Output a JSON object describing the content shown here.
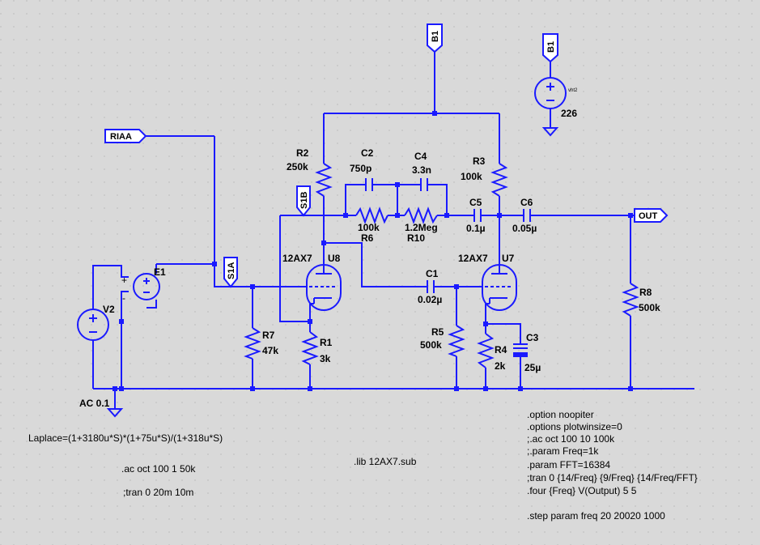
{
  "colors": {
    "background": "#d9d9d9",
    "wire": "#1a1aff",
    "text": "#000000"
  },
  "net_labels": {
    "b1_top": "B1",
    "b1_supply": "B1",
    "riaa": "RIAA",
    "s1b": "S1B",
    "s1a": "S1A",
    "out": "OUT"
  },
  "components": {
    "r2": {
      "name": "R2",
      "value": "250k"
    },
    "c2": {
      "name": "C2",
      "value": "750p"
    },
    "c4": {
      "name": "C4",
      "value": "3.3n"
    },
    "r3": {
      "name": "R3",
      "value": "100k"
    },
    "c5": {
      "name": "C5",
      "value": "0.1µ"
    },
    "c6": {
      "name": "C6",
      "value": "0.05µ"
    },
    "r6": {
      "name": "R6",
      "value": "100k"
    },
    "r10": {
      "name": "R10",
      "value": "1.2Meg"
    },
    "u8": {
      "name": "U8",
      "value": "12AX7"
    },
    "u7": {
      "name": "U7",
      "value": "12AX7"
    },
    "c1": {
      "name": "C1",
      "value": "0.02µ"
    },
    "e1": {
      "name": "E1"
    },
    "v2": {
      "name": "V2",
      "value": "AC 0.1"
    },
    "r7": {
      "name": "R7",
      "value": "47k"
    },
    "r1": {
      "name": "R1",
      "value": "3k"
    },
    "r5": {
      "name": "R5",
      "value": "500k"
    },
    "r4": {
      "name": "R4",
      "value": "2k"
    },
    "c3": {
      "name": "C3",
      "value": "25µ"
    },
    "r8": {
      "name": "R8",
      "value": "500k"
    },
    "vht2": {
      "name": "vht2",
      "value": "226"
    }
  },
  "directives": {
    "laplace": "Laplace=(1+3180u*S)*(1+75u*S)/(1+318u*S)",
    "ac": ".ac oct 100 1 50k",
    "tran": ";tran 0 20m 10m",
    "lib": ".lib 12AX7.sub",
    "options_block": [
      ".option noopiter",
      ".options plotwinsize=0",
      ";.ac oct 100 10 100k",
      ";.param Freq=1k",
      ".param FFT=16384",
      ";tran 0 {14/Freq} {9/Freq} {14/Freq/FFT}",
      ".four {Freq} V(Output) 5 5"
    ],
    "step": ".step param freq 20 20020 1000"
  }
}
